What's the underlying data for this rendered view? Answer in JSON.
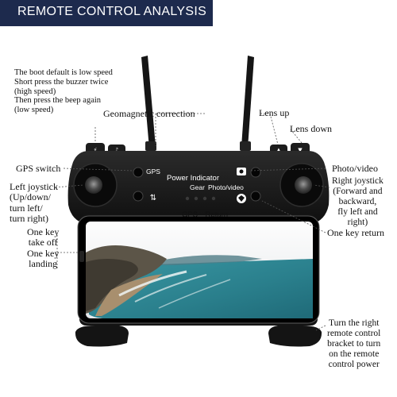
{
  "header": {
    "title": "REMOTE CONTROL ANALYSIS"
  },
  "notes": {
    "boot_default": [
      "The boot default is low speed",
      "Short press the buzzer twice",
      "(high speed)",
      "Then press the beep again",
      "(low speed)"
    ]
  },
  "labels": {
    "geomagnetic": "Geomagnetic correction",
    "lens_up": "Lens up",
    "lens_down": "Lens down",
    "gps_switch": "GPS switch",
    "photo_video": "Photo/video",
    "left_joystick": [
      "Left joystick",
      "(Up/down/",
      "turn left/",
      "turn right)"
    ],
    "right_joystick": [
      "Right joystick",
      "(Forward and",
      "backward,",
      "fly left and",
      "right)"
    ],
    "one_key_takeoff": [
      "One key",
      "take off",
      "One key",
      "landing"
    ],
    "one_key_return": "One key return",
    "turn_bracket": [
      "Turn the right",
      "remote control",
      "bracket to turn",
      "on the remote",
      "control power"
    ]
  },
  "device": {
    "gps_button": "GPS",
    "power_indicator": "Power Indicator",
    "gear": "Gear",
    "photo_video": "Photo/video",
    "gps_return": "GPS—Return"
  },
  "colors": {
    "banner": "#1d2a4d",
    "body": "#1a1a1a",
    "sea": "#2c8c96",
    "sky": "#eef0f2"
  },
  "icons": [
    "antenna-left",
    "antenna-right",
    "speed-icon",
    "buzzer-icon",
    "lens-up-icon",
    "lens-down-icon",
    "gps-button-icon",
    "photo-icon",
    "takeoff-icon",
    "return-icon"
  ]
}
